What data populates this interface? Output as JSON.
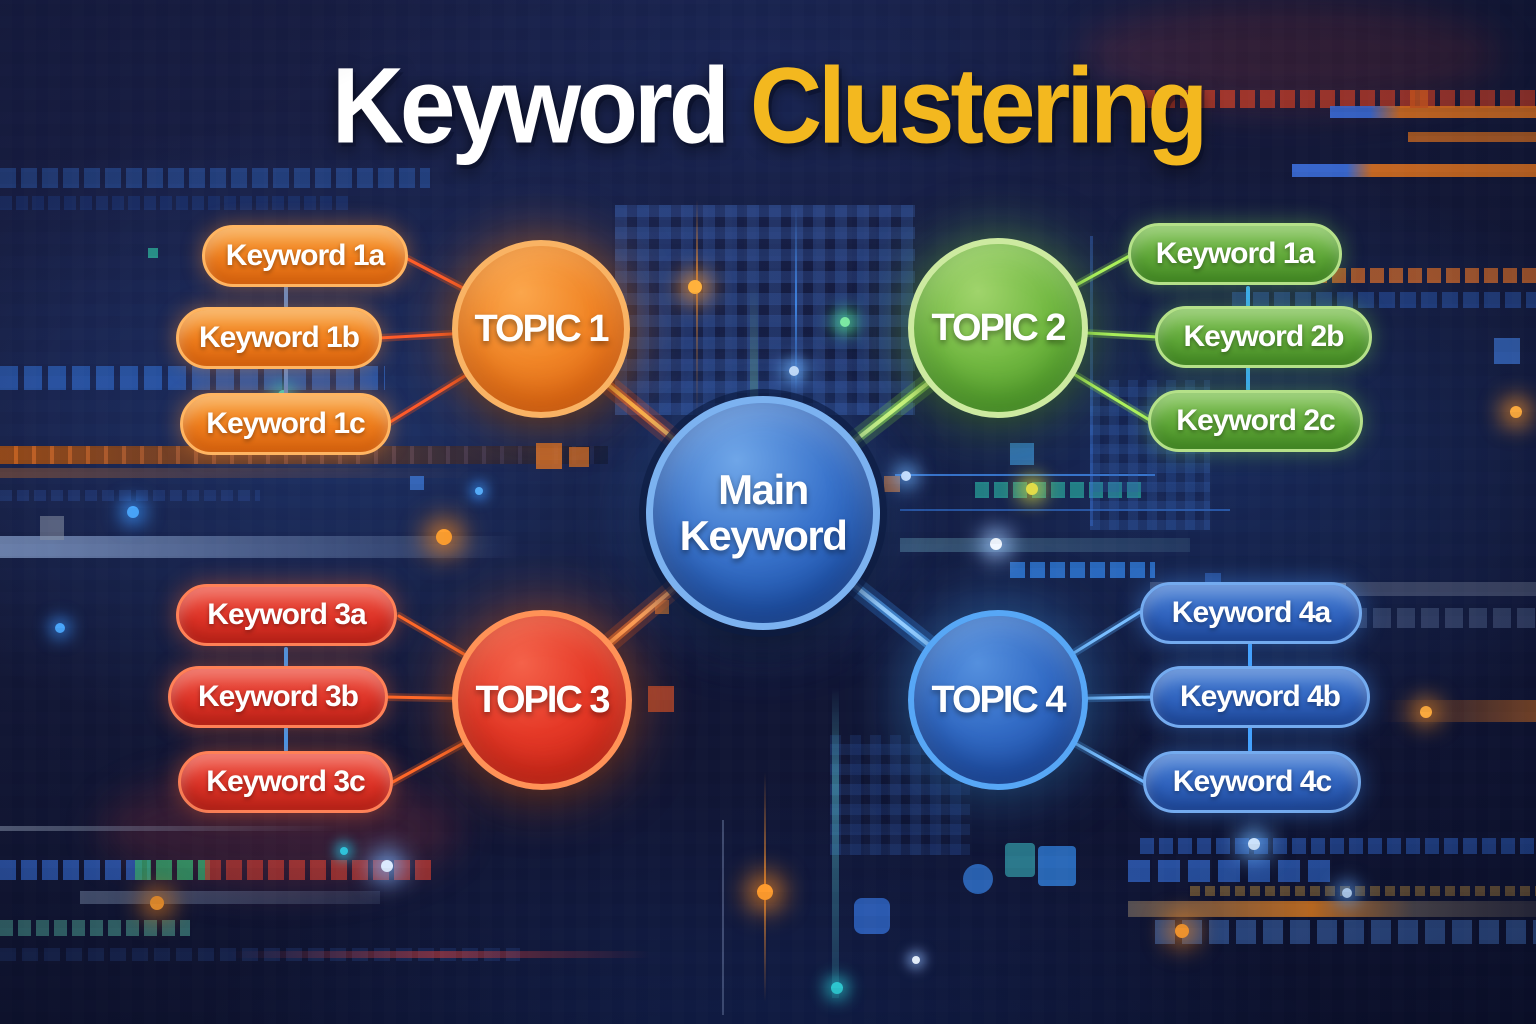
{
  "title": {
    "part1": "Keyword",
    "part2": "Clustering"
  },
  "main_node": {
    "line1": "Main",
    "line2": "Keyword"
  },
  "topics": [
    {
      "label": "TOPIC 1",
      "accent_color": "#ef7d1c",
      "keywords": [
        "Keyword 1a",
        "Keyword 1b",
        "Keyword 1c"
      ]
    },
    {
      "label": "TOPIC 2",
      "accent_color": "#5ea637",
      "keywords": [
        "Keyword 1a",
        "Keyword 2b",
        "Keyword 2c"
      ]
    },
    {
      "label": "TOPIC 3",
      "accent_color": "#dd3226",
      "keywords": [
        "Keyword 3a",
        "Keyword 3b",
        "Keyword 3c"
      ]
    },
    {
      "label": "TOPIC 4",
      "accent_color": "#2f62bd",
      "keywords": [
        "Keyword 4a",
        "Keyword 4b",
        "Keyword 4c"
      ]
    }
  ],
  "colors": {
    "background": "#131838",
    "title_primary": "#ffffff",
    "title_accent": "#f3b81f",
    "main_node_fill": "#3a74cc",
    "connector_topic1": "#ff5a22",
    "connector_topic2": "#97e449",
    "connector_topic3": "#ff7a26",
    "connector_topic4": "#55aaff"
  }
}
